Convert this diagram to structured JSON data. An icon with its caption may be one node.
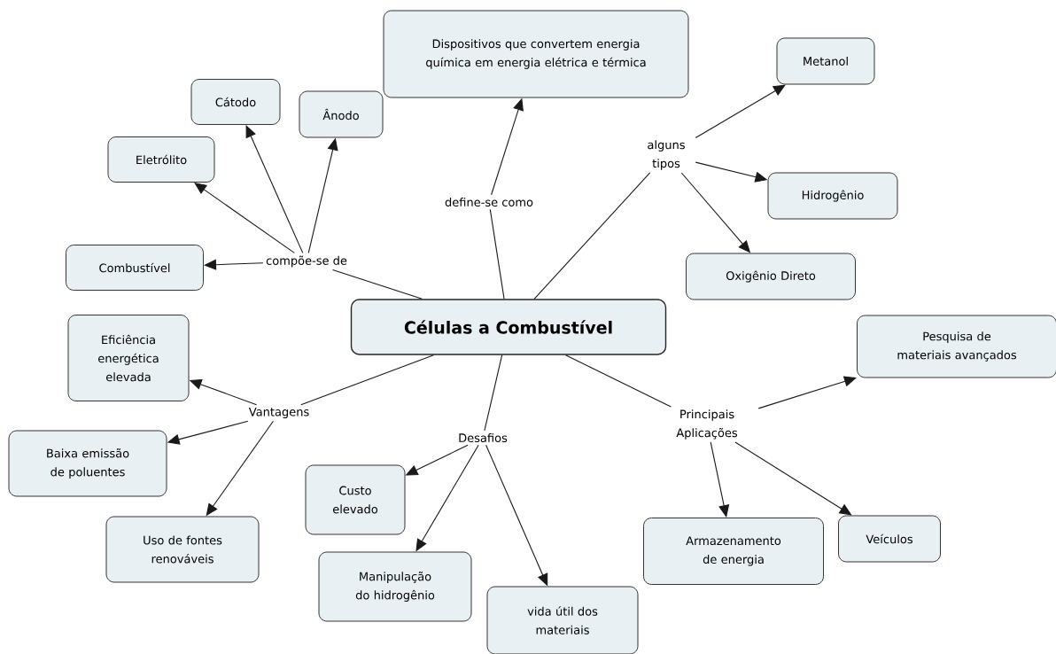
{
  "diagram": {
    "nodes": [
      {
        "text": [
          "Dispositivos que convertem energia química em energia elétrica e térmica"
        ]
      },
      {
        "text": [
          "Metanol"
        ]
      },
      {
        "text": [
          "Cátodo"
        ]
      },
      {
        "text": [
          "Ânodo"
        ]
      },
      {
        "text": [
          "Eletrólito"
        ]
      },
      {
        "text": [
          "define-se como"
        ]
      },
      {
        "text": [
          "alguns tipos"
        ]
      },
      {
        "text": [
          "Hidrogênio"
        ]
      },
      {
        "text": [
          "compõe-se de"
        ]
      },
      {
        "text": [
          "Combustível"
        ]
      },
      {
        "text": [
          "Oxigênio Direto"
        ]
      },
      {
        "text": [
          "Células a Combustível"
        ]
      },
      {
        "text": [
          "Pesquisa de materiais avançados"
        ]
      },
      {
        "text": [
          "Eficiência energética elevada"
        ]
      },
      {
        "text": [
          "Vantagens"
        ]
      },
      {
        "text": [
          "Principais Aplicações"
        ]
      },
      {
        "text": [
          "Desafios"
        ]
      },
      {
        "text": [
          "Baixa emissão de poluentes"
        ]
      },
      {
        "text": [
          "Custo elevado"
        ]
      },
      {
        "text": [
          "Armazenamento de energia"
        ]
      },
      {
        "text": [
          "Veículos"
        ]
      },
      {
        "text": [
          "Uso de fontes renováveis"
        ]
      },
      {
        "text": [
          "Manipulação do hidrogênio"
        ]
      },
      {
        "text": [
          "vida útil dos materiais"
        ]
      }
    ],
    "edges": [
      {
        "from": 11,
        "to": 5,
        "arrow": "none"
      },
      {
        "from": 5,
        "to": 0,
        "arrow": "to"
      },
      {
        "from": 11,
        "to": 6,
        "arrow": "none"
      },
      {
        "from": 6,
        "to": 1,
        "arrow": "to"
      },
      {
        "from": 6,
        "to": 7,
        "arrow": "to"
      },
      {
        "from": 6,
        "to": 10,
        "arrow": "to"
      },
      {
        "from": 11,
        "to": 8,
        "arrow": "none"
      },
      {
        "from": 8,
        "to": 9,
        "arrow": "to"
      },
      {
        "from": 8,
        "to": 4,
        "arrow": "to"
      },
      {
        "from": 8,
        "to": 2,
        "arrow": "to"
      },
      {
        "from": 8,
        "to": 3,
        "arrow": "to"
      },
      {
        "from": 11,
        "to": 14,
        "arrow": "none"
      },
      {
        "from": 14,
        "to": 13,
        "arrow": "to"
      },
      {
        "from": 14,
        "to": 17,
        "arrow": "to"
      },
      {
        "from": 14,
        "to": 21,
        "arrow": "to"
      },
      {
        "from": 11,
        "to": 16,
        "arrow": "none"
      },
      {
        "from": 16,
        "to": 18,
        "arrow": "to"
      },
      {
        "from": 16,
        "to": 22,
        "arrow": "to"
      },
      {
        "from": 16,
        "to": 23,
        "arrow": "to"
      },
      {
        "from": 11,
        "to": 15,
        "arrow": "none"
      },
      {
        "from": 15,
        "to": 12,
        "arrow": "to"
      },
      {
        "from": 15,
        "to": 20,
        "arrow": "to"
      },
      {
        "from": 15,
        "to": 19,
        "arrow": "to"
      }
    ]
  }
}
